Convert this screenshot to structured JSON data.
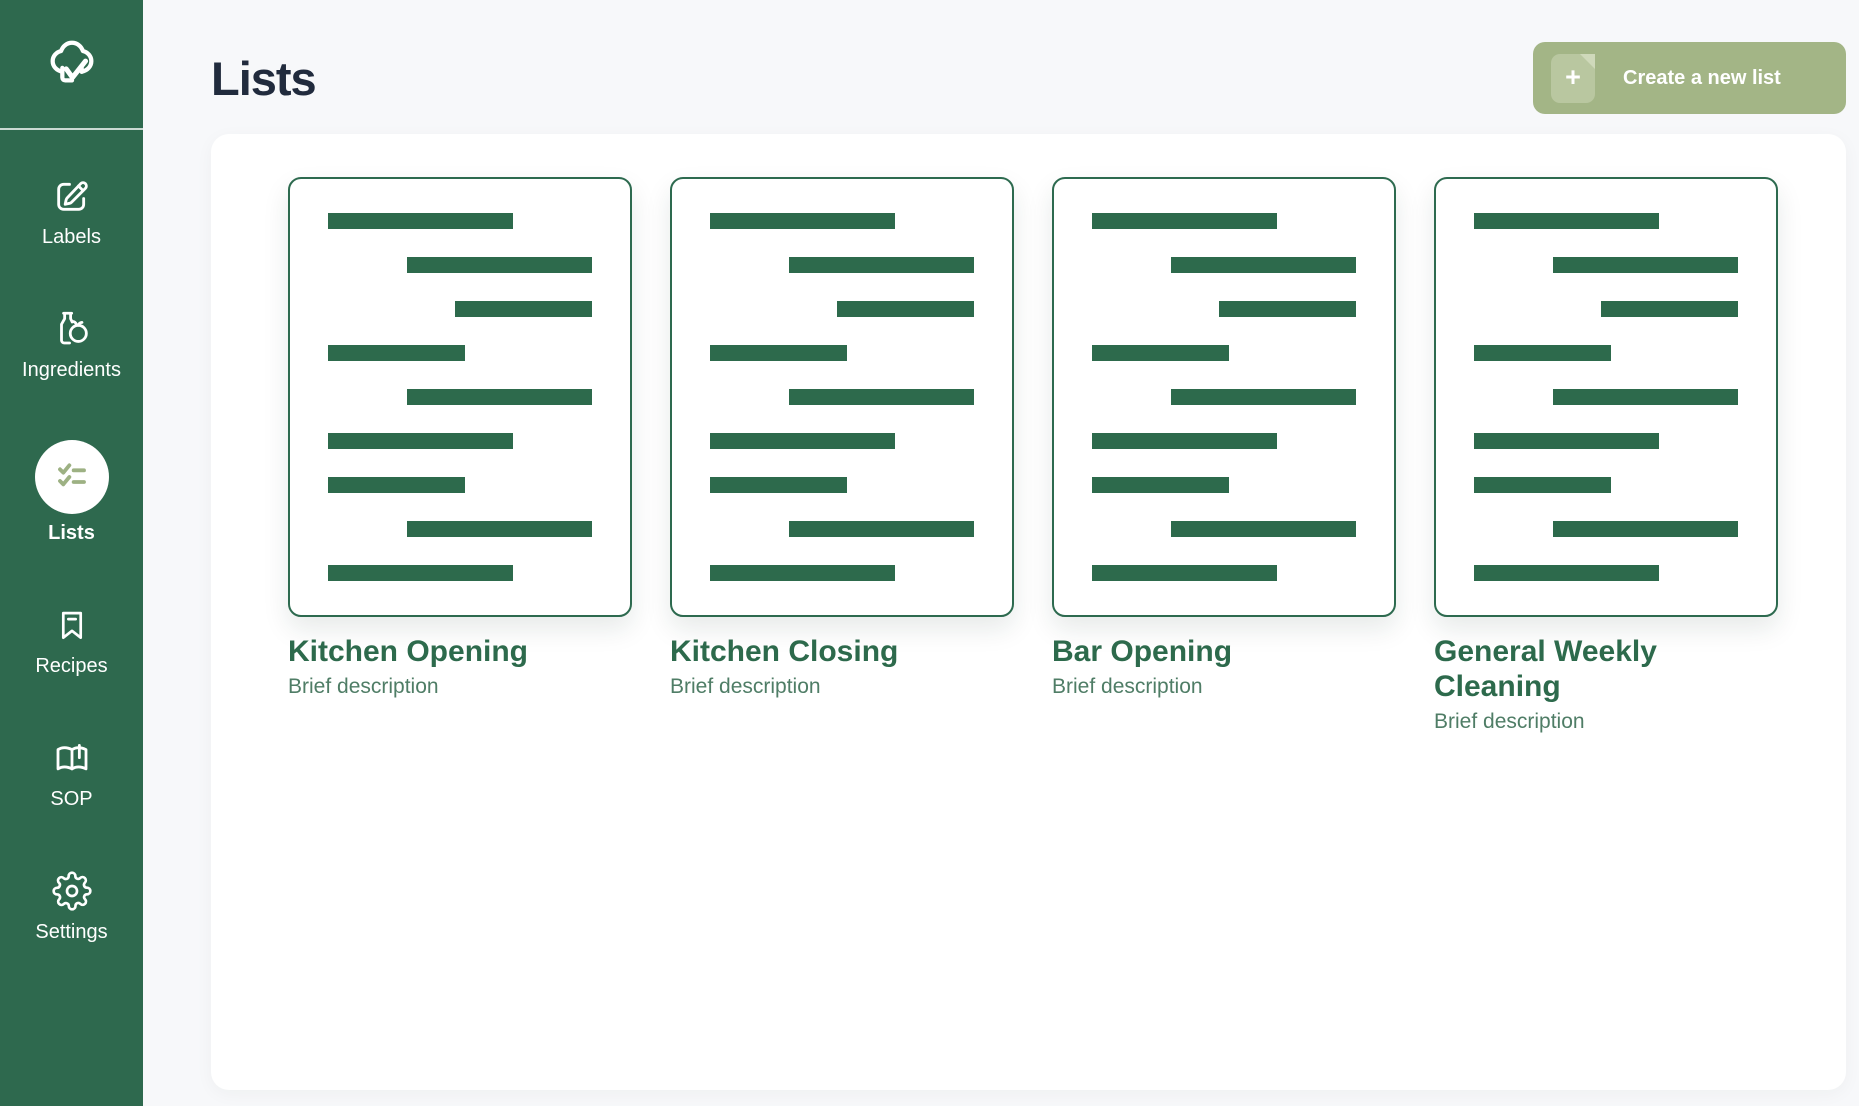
{
  "colors": {
    "sidebar_green": "#2E694E",
    "brand_green": "#2D6A4C",
    "card_border_green": "#2D6A4F",
    "description_green": "#4F7D66",
    "heading_navy": "#212B3D",
    "button_sage": "#A3B586",
    "button_icon_sage": "#B9C7A0",
    "page_background": "#F7F8FA",
    "panel_background": "#FFFFFF"
  },
  "sidebar": {
    "logo_icon": "chef-hat-check-icon",
    "items": [
      {
        "id": "labels",
        "label": "Labels",
        "icon": "edit-pencil-square-icon",
        "active": false
      },
      {
        "id": "ingredients",
        "label": "Ingredients",
        "icon": "bottle-and-tomato-icon",
        "active": false
      },
      {
        "id": "lists",
        "label": "Lists",
        "icon": "checklist-icon",
        "active": true
      },
      {
        "id": "recipes",
        "label": "Recipes",
        "icon": "bookmark-icon",
        "active": false
      },
      {
        "id": "sop",
        "label": "SOP",
        "icon": "open-book-icon",
        "active": false
      },
      {
        "id": "settings",
        "label": "Settings",
        "icon": "gear-icon",
        "active": false
      }
    ]
  },
  "header": {
    "title": "Lists",
    "create_button": {
      "label": "Create a new list",
      "icon": "file-plus-icon"
    }
  },
  "lists": [
    {
      "title": "Kitchen Opening",
      "description": "Brief description"
    },
    {
      "title": "Kitchen Closing",
      "description": "Brief description"
    },
    {
      "title": "Bar Opening",
      "description": "Brief description"
    },
    {
      "title": "General Weekly Cleaning",
      "description": "Brief description"
    }
  ],
  "card_preview_lines": [
    {
      "align": "left",
      "width_pct": 70
    },
    {
      "align": "right",
      "width_pct": 70
    },
    {
      "align": "right",
      "width_pct": 52
    },
    {
      "align": "left",
      "width_pct": 52
    },
    {
      "align": "right",
      "width_pct": 70
    },
    {
      "align": "left",
      "width_pct": 70
    },
    {
      "align": "left",
      "width_pct": 52
    },
    {
      "align": "right",
      "width_pct": 70
    },
    {
      "align": "left",
      "width_pct": 70
    }
  ]
}
